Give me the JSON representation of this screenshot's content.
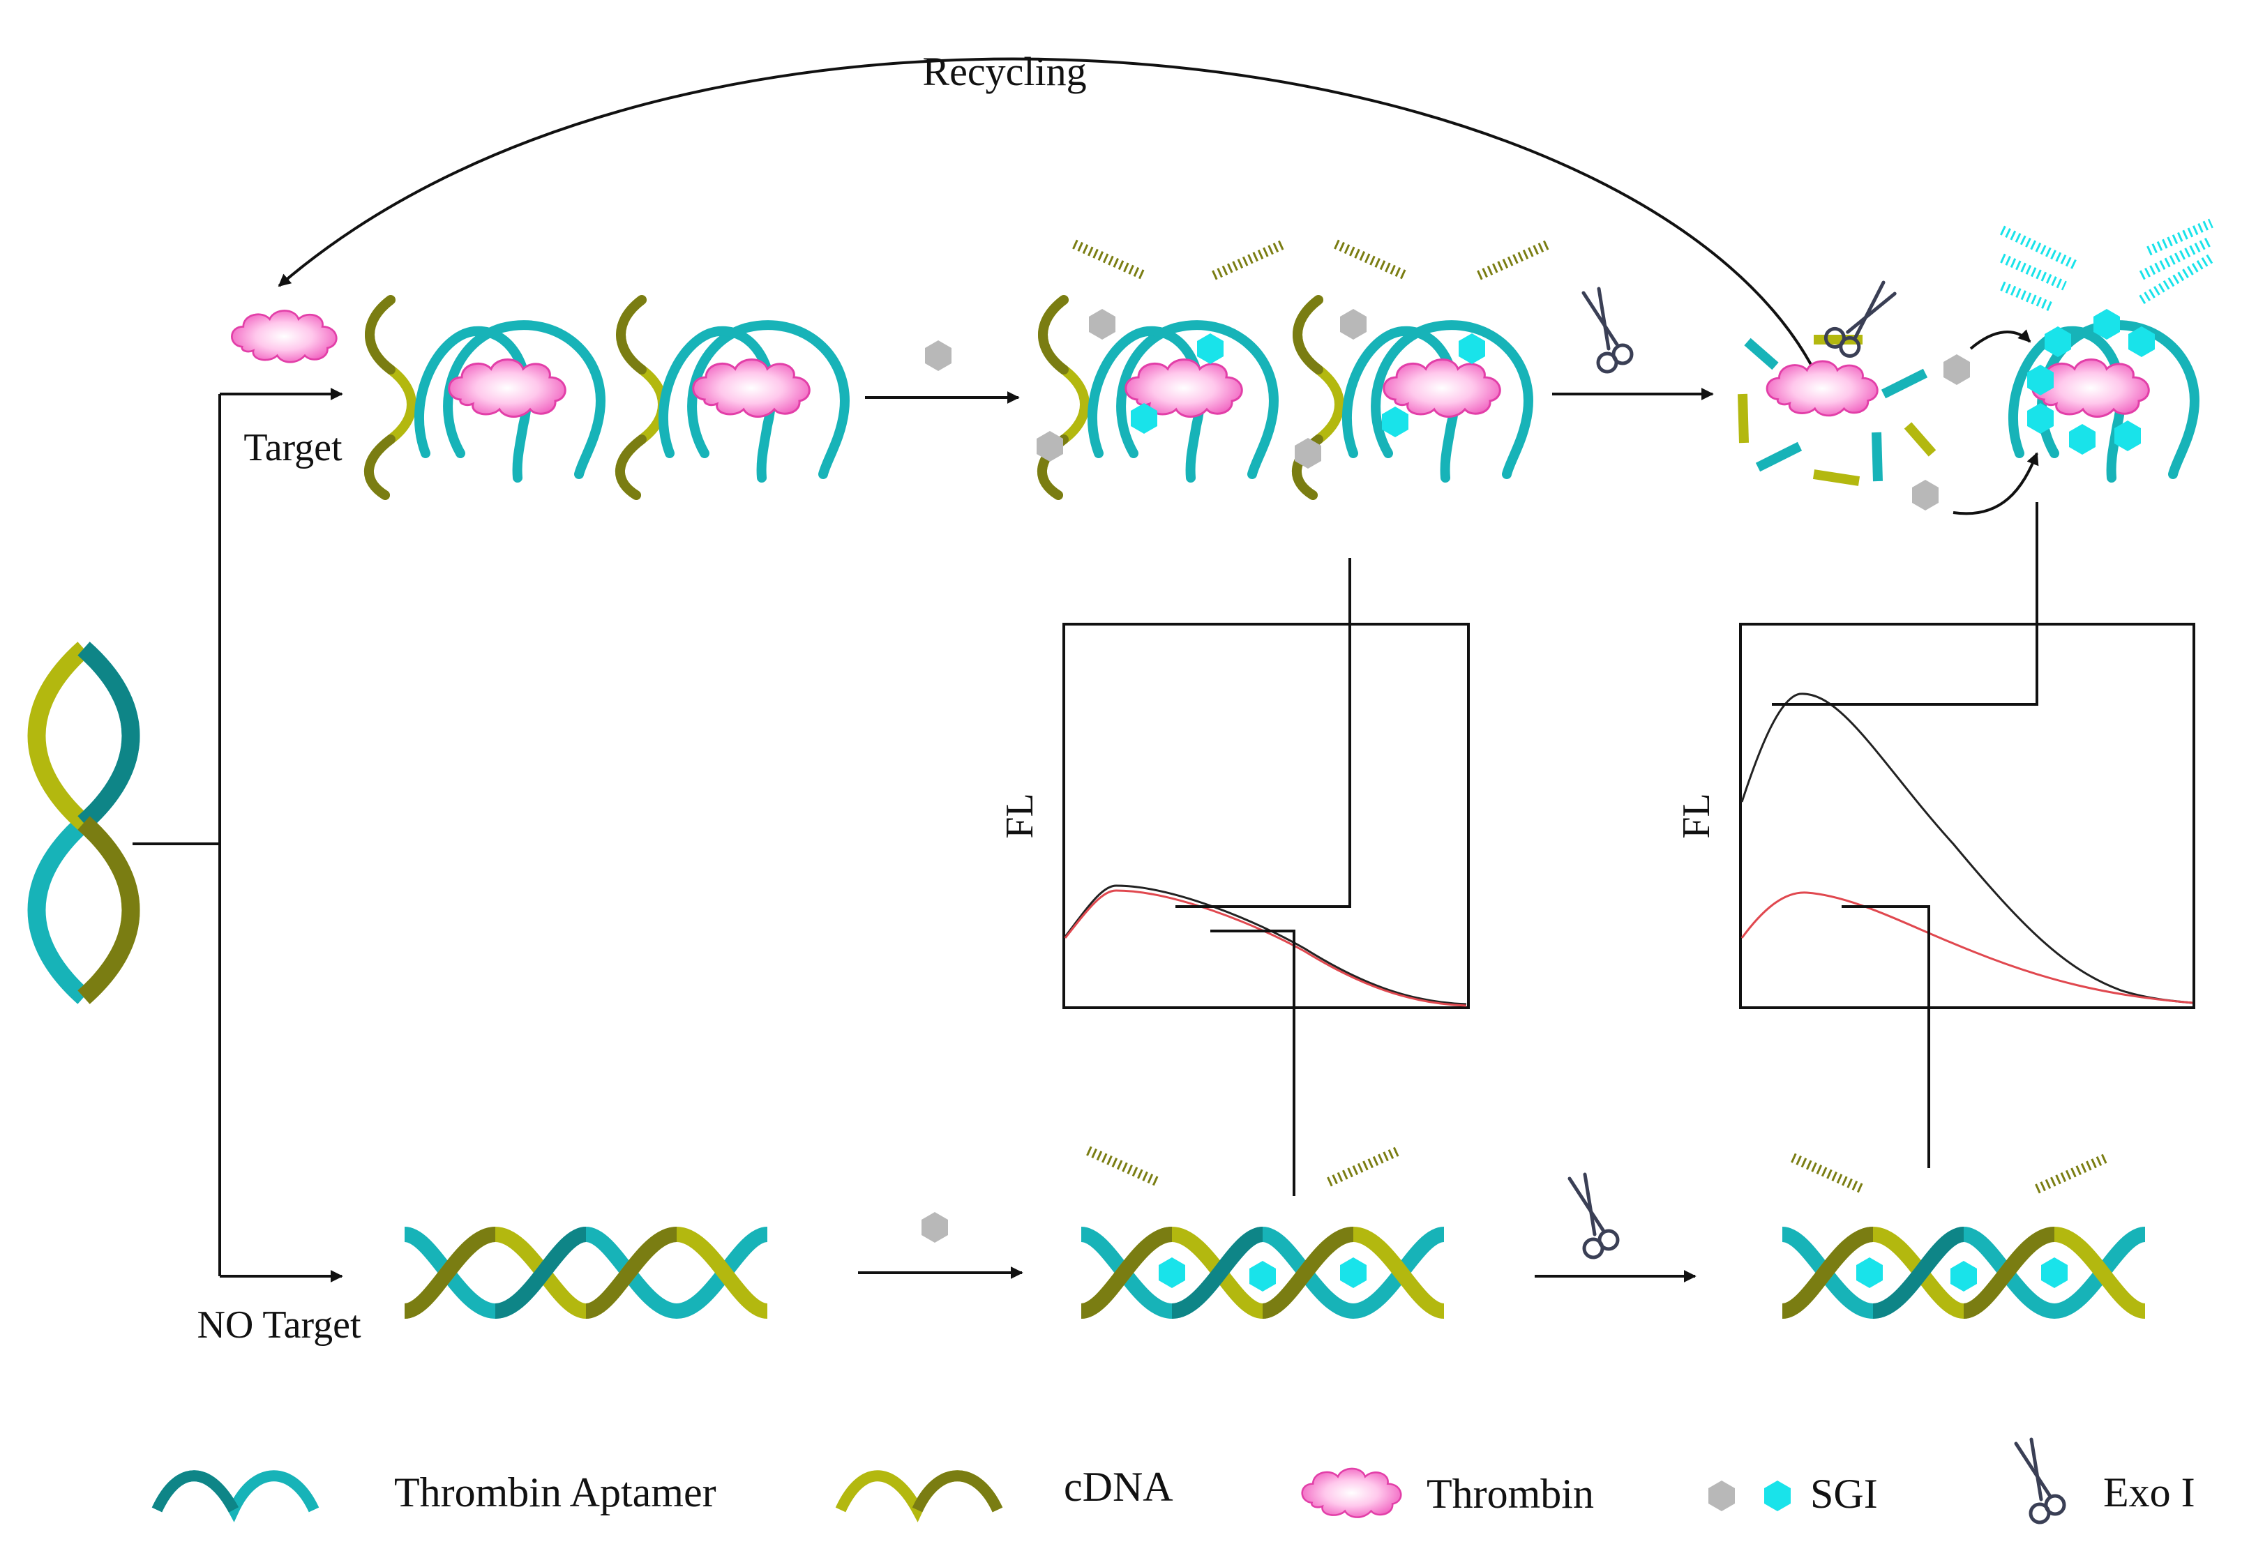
{
  "labels": {
    "recycling": "Recycling",
    "target": "Target",
    "no_target": "NO Target",
    "fl_left": "FL",
    "fl_right": "FL"
  },
  "legend": {
    "aptamer": "Thrombin Aptamer",
    "cdna": "cDNA",
    "thrombin": "Thrombin",
    "sgi": "SGI",
    "exo": "Exo I"
  },
  "colors": {
    "aptamer": "#17b3b8",
    "aptamer_dark": "#0e8587",
    "cdna": "#b3b80f",
    "cdna_dark": "#7a7d12",
    "thrombin": "#ee4fb8",
    "thrombin_light": "#ffc8ec",
    "sgi": "#19e3ea",
    "sgi_free": "#b8b8b8",
    "curve_black": "#222222",
    "curve_red": "#e0484f"
  },
  "icons": [
    "thrombin-icon",
    "sgi-icon",
    "scissors-icon",
    "double-helix-icon"
  ]
}
